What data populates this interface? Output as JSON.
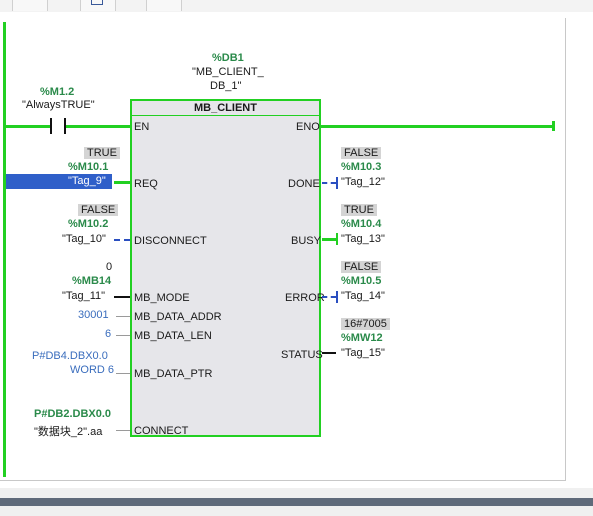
{
  "instance": {
    "address": "%DB1",
    "name_line1": "\"MB_CLIENT_",
    "name_line2": "DB_1\""
  },
  "block": {
    "title": "MB_CLIENT"
  },
  "contact": {
    "address": "%M1.2",
    "name": "\"AlwaysTRUE\""
  },
  "pins_in": [
    "EN",
    "REQ",
    "DISCONNECT",
    "MB_MODE",
    "MB_DATA_ADDR",
    "MB_DATA_LEN",
    "MB_DATA_PTR",
    "CONNECT"
  ],
  "pins_out": [
    "ENO",
    "DONE",
    "BUSY",
    "ERROR",
    "STATUS"
  ],
  "inputs": {
    "req": {
      "value": "TRUE",
      "address": "%M10.1",
      "tag": "\"Tag_9\""
    },
    "disconnect": {
      "value": "FALSE",
      "address": "%M10.2",
      "tag": "\"Tag_10\""
    },
    "mb_mode": {
      "value": "0",
      "address": "%MB14",
      "tag": "\"Tag_11\""
    },
    "mb_data_addr": {
      "const": "30001"
    },
    "mb_data_len": {
      "const": "6"
    },
    "mb_data_ptr": {
      "line1": "P#DB4.DBX0.0",
      "line2": "WORD 6"
    },
    "connect": {
      "address": "P#DB2.DBX0.0",
      "tag": "\"数据块_2\".aa"
    }
  },
  "outputs": {
    "done": {
      "value": "FALSE",
      "address": "%M10.3",
      "tag": "\"Tag_12\""
    },
    "busy": {
      "value": "TRUE",
      "address": "%M10.4",
      "tag": "\"Tag_13\""
    },
    "error": {
      "value": "FALSE",
      "address": "%M10.5",
      "tag": "\"Tag_14\""
    },
    "status": {
      "value": "16#7005",
      "address": "%MW12",
      "tag": "\"Tag_15\""
    }
  },
  "colors": {
    "energized": "#22d022",
    "block_fill": "#e6e6ea",
    "selection": "#2f5fc9",
    "constant_text": "#3a6dbd"
  }
}
